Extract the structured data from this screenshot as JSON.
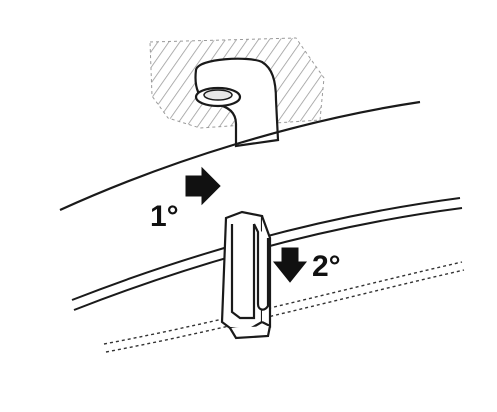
{
  "diagram": {
    "steps": [
      {
        "label": "1°",
        "direction": "right"
      },
      {
        "label": "2°",
        "direction": "down"
      }
    ]
  },
  "colors": {
    "background": "#ffffff",
    "stroke": "#1a1a1a",
    "hatch": "#8a8a8a",
    "arrow": "#111111"
  }
}
